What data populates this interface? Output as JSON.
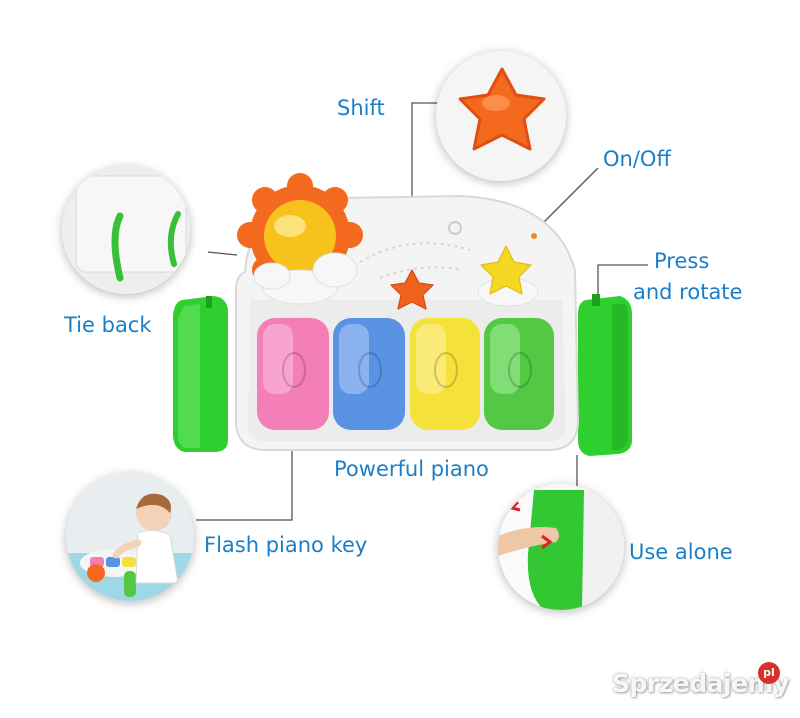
{
  "labels": {
    "shift": "Shift",
    "on_off": "On/Off",
    "press_rotate_1": "Press",
    "press_rotate_2": "and rotate",
    "tie_back": "Tie back",
    "powerful_piano": "Powerful piano",
    "flash_piano_key": "Flash piano key",
    "use_alone": "Use alone"
  },
  "watermark": {
    "text": "Sprzedajemy",
    "badge": "pl"
  },
  "colors": {
    "label_blue": "#1a7fc7",
    "key_pink": "#f47fb8",
    "key_blue": "#5a93e4",
    "key_yellow": "#f4e13a",
    "key_green": "#52c845",
    "side_green": "#2fcf2f",
    "star_orange": "#f0621e",
    "sun_yellow": "#f8c21c"
  }
}
